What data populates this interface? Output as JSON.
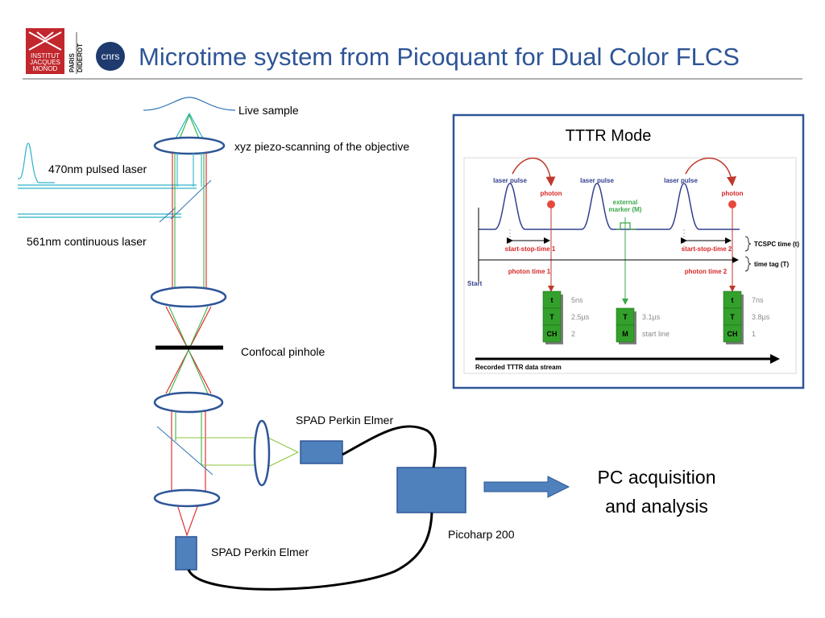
{
  "title": "Microtime system from Picoquant for Dual Color FLCS",
  "logos": {
    "ijm": [
      "INSTITUT",
      "JACQUES",
      "MONOD"
    ],
    "paris_diderot": [
      "PARIS",
      "DIDEROT"
    ],
    "cnrs": "cnrs"
  },
  "setup_labels": {
    "live_sample": "Live sample",
    "objective": "xyz piezo-scanning of the objective",
    "laser_470": "470nm pulsed laser",
    "laser_561": "561nm continuous laser",
    "pinhole": "Confocal pinhole",
    "spad_top": "SPAD Perkin Elmer",
    "spad_bottom": "SPAD Perkin Elmer",
    "picoharp": "Picoharp 200",
    "pc_line1": "PC acquisition",
    "pc_line2": "and analysis"
  },
  "tttr": {
    "title": "TTTR Mode",
    "laser_pulse": "laser pulse",
    "photon": "photon",
    "external_marker": [
      "external",
      "marker (M)"
    ],
    "start_stop_1": "start-stop-time 1",
    "start_stop_2": "start-stop-time 2",
    "tcspc_time": "TCSPC time (t)",
    "time_tag": "time tag (T)",
    "start": "Start",
    "photon_time_1": "photon time 1",
    "photon_time_2": "photon time 2",
    "stream_label": "Recorded TTTR data stream",
    "records": [
      {
        "codes": [
          "t",
          "T",
          "CH"
        ],
        "values": [
          "5ns",
          "2.5µs",
          "2"
        ]
      },
      {
        "codes": [
          "T",
          "M"
        ],
        "values": [
          "3.1µs",
          "start line"
        ]
      },
      {
        "codes": [
          "t",
          "T",
          "CH"
        ],
        "values": [
          "7ns",
          "3.8µs",
          "1"
        ]
      }
    ]
  },
  "colors": {
    "title_blue": "#2e5597",
    "box_blue": "#4f81bd",
    "laser_red": "#e02020",
    "laser_green": "#39b54a",
    "laser_cyan": "#2bb3c8",
    "record_green": "#33a02c"
  }
}
